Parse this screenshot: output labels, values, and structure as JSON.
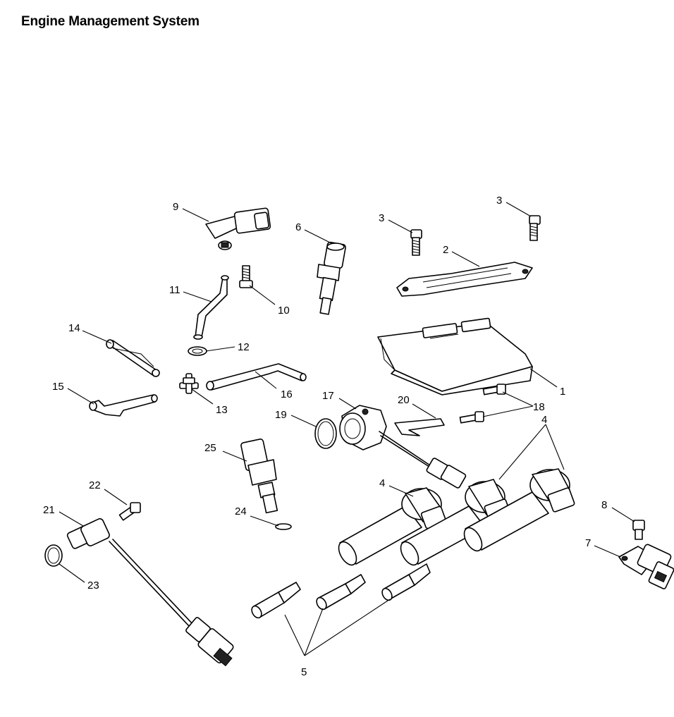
{
  "title": "Engine Management System",
  "callouts": {
    "c1": "1",
    "c2": "2",
    "c3a": "3",
    "c3b": "3",
    "c4a": "4",
    "c4b": "4",
    "c5": "5",
    "c6": "6",
    "c7": "7",
    "c8": "8",
    "c9": "9",
    "c10": "10",
    "c11": "11",
    "c12": "12",
    "c13": "13",
    "c14": "14",
    "c15": "15",
    "c16": "16",
    "c17": "17",
    "c18": "18",
    "c19": "19",
    "c20": "20",
    "c21": "21",
    "c22": "22",
    "c23": "23",
    "c24": "24",
    "c25": "25"
  }
}
